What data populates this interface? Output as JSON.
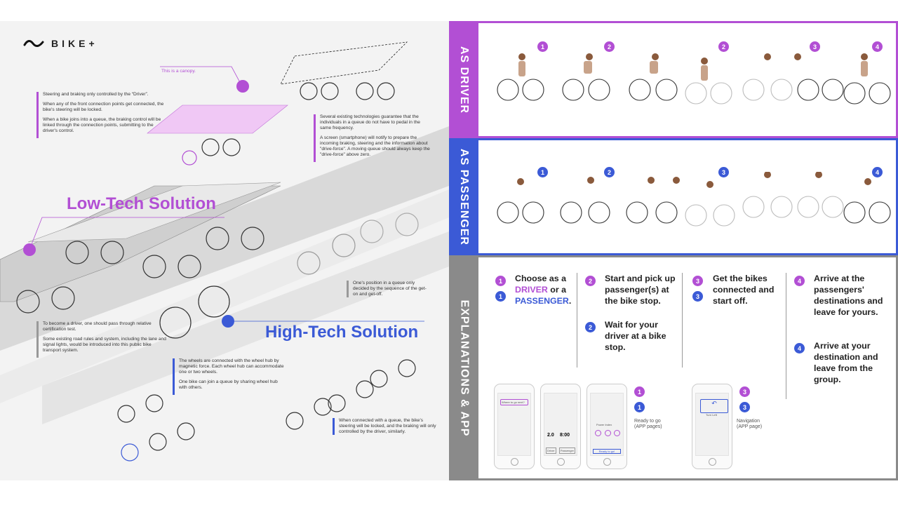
{
  "brand": {
    "name": "BIKE+"
  },
  "left": {
    "canopy_label": "This is a canopy.",
    "note_steering": [
      "Steering and braking only controlled by the “Driver”.",
      "When any of the front connection points get connected, the bike's steering will be locked.",
      "When a bike joins into a queue, the braking control will be linked through the connection points, submitting to the driver's control."
    ],
    "note_tech": [
      "Several existing technologies guarantee that the individuals in a queue do not have to pedal in the same frequency.",
      "A screen (smartphone) will notify to prepare the incoming braking, steering and the information about \"drive-force\". A moving queue should always keep the \"drive-force\" above zero."
    ],
    "low_tech_title": "Low-Tech Solution",
    "high_tech_title": "High-Tech Solution",
    "note_position": "One's position in a queue only decided by the sequence of the get-on and get-off.",
    "note_driver": [
      "To become a driver, one should pass through relative certification test.",
      "Some existing road rules and system, including the lane and signal lights, would be introduced into this public bike transport system."
    ],
    "note_wheels": [
      "The wheels are connected with the wheel hub by magnetic force. Each wheel hub can accommodate one or two wheels.",
      "One bike can join a queue by sharing wheel hub with others."
    ],
    "note_connected": "When connected with a queue, the bike's steering will be locked, and the braking will only controlled by the driver, similarly."
  },
  "panels": {
    "driver": {
      "label": "AS DRIVER",
      "numbers": [
        "1",
        "2",
        "2",
        "3",
        "4"
      ]
    },
    "passenger": {
      "label": "AS PASSENGER",
      "numbers": [
        "1",
        "2",
        "3",
        "4"
      ]
    },
    "explain": {
      "label": "EXPLANATIONS & APP"
    }
  },
  "steps": {
    "s1": {
      "pre": "Choose as a",
      "driver": "DRIVER",
      "or": "or a",
      "passenger": "PASSENGER",
      "end": "."
    },
    "s2a": "Start and pick up passenger(s) at the bike stop.",
    "s2b": "Wait for your driver at a bike stop.",
    "s3": "Get the bikes connected and start off.",
    "s4a": "Arrive at the passengers' destinations and leave for yours.",
    "s4b": "Arrive at your destination and leave from the group."
  },
  "app": {
    "ready_caption_1": "Ready to go",
    "ready_caption_2": "(APP pages)",
    "nav_caption_1": "Navigation",
    "nav_caption_2": "(APP page)",
    "phone1_search": "Where to go next?",
    "phone2_time_a": "2.0",
    "phone2_time_b": "8:00",
    "phone2_driver": "Driver",
    "phone2_passenger": "Passenger",
    "phone3_power": "Power Index",
    "phone3_ready": "Ready to go!",
    "phone4_turn": "Turn Left"
  },
  "colors": {
    "driver": "#b24fd4",
    "passenger": "#3b5ad6",
    "explain": "#8a8a8a"
  }
}
